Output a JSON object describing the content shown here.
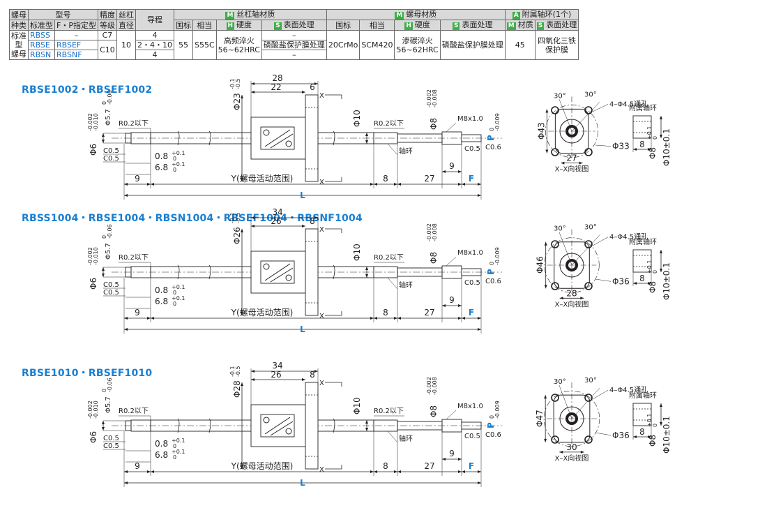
{
  "table": {
    "h_luomu": "螺母",
    "h_zhonglei": "种类",
    "h_xinghao": "型号",
    "h_biaozhun": "标准型",
    "h_fp": "F・P指定型",
    "h_jingdu": "精度",
    "h_dengji": "等级",
    "h_sigang": "丝杠",
    "h_zhijing": "直径",
    "h_daocheng": "导程",
    "h_screw_mat": "丝杠轴材质",
    "h_nut_mat": "螺母材质",
    "h_ring": "附属轴环(1个)",
    "h_guobiao": "国标",
    "h_xiangdang": "相当",
    "h_yingdu": "硬度",
    "h_biaomian": "表面处理",
    "h_cai": "材质",
    "tag_M": "M",
    "tag_H": "H",
    "tag_S": "S",
    "tag_A": "A",
    "row_kind_1": "标准",
    "row_kind_2": "型",
    "row_kind_3": "螺母",
    "std1": "RBSS",
    "fp1": "–",
    "std2": "RBSE",
    "fp2": "RBSEF",
    "std3": "RBSN",
    "fp3": "RBSNF",
    "acc1": "C7",
    "acc2": "C10",
    "dia": "10",
    "lead1": "4",
    "lead2": "2・4・10",
    "lead3": "4",
    "s_gb": "55",
    "s_eq": "S55C",
    "s_hard_1": "高频淬火",
    "s_hard_2": "56~62HRC",
    "s_surf_dash": "–",
    "s_surf": "磷酸盐保护膜处理",
    "n_gb": "20CrMo",
    "n_eq": "SCM420",
    "n_hard_1": "渗碳淬火",
    "n_hard_2": "56~62HRC",
    "n_surf": "磷酸盐保护膜处理",
    "r_mat": "45",
    "r_surf_1": "四氧化三铁",
    "r_surf_2": "保护膜"
  },
  "drawings": [
    {
      "title": "RBSE1002・RBSEF1002",
      "flange_od": "Φ23",
      "od_tol_top": "-0.1",
      "od_tol_bot": "-0.5",
      "len_total": "28",
      "len_body": "22",
      "len_flange": "6",
      "bolt_pcd_dia": "Φ33",
      "flange_width": "43",
      "flange_w_label": "Φ43",
      "flange_bottom": "27"
    },
    {
      "title": "RBSS1004・RBSE1004・RBSN1004・RBSEF1004・RBSNF1004",
      "flange_od": "Φ26",
      "od_tol_top": "-0.1",
      "od_tol_bot": "-0.5",
      "len_total": "34",
      "len_body": "26",
      "len_flange": "8",
      "bolt_pcd_dia": "Φ36",
      "flange_width": "46",
      "flange_w_label": "Φ46",
      "flange_bottom": "28"
    },
    {
      "title": "RBSE1010・RBSEF1010",
      "flange_od": "Φ28",
      "od_tol_top": "-0.1",
      "od_tol_bot": "-0.5",
      "len_total": "34",
      "len_body": "26",
      "len_flange": "8",
      "bolt_pcd_dia": "Φ36",
      "flange_width": "47",
      "flange_w_label": "Φ47",
      "flange_bottom": "30"
    }
  ],
  "common": {
    "shaft_dia": "Φ10",
    "left_dia": "Φ6",
    "left_tol_top": "-0.002",
    "left_tol_bot": "-0.010",
    "left_step": "Φ5.7",
    "left_step_tol_top": "0",
    "left_step_tol_bot": "-0.06",
    "r02": "R0.2以下",
    "c05": "C0.5",
    "groove_w": "0.8",
    "groove_tol_top": "+0.1",
    "groove_tol_bot": "0",
    "left_len": "6.8",
    "left_len_tol_top": "+0.1",
    "left_len_tol_bot": "0",
    "left_end_len": "9",
    "stroke": "Y(螺母活动范围)",
    "total": "L",
    "right_dia": "Φ8",
    "right_tol_top": "-0.002",
    "right_tol_bot": "-0.008",
    "thread": "M8x1.0",
    "p_tol_top": "0",
    "p_tol_bot": "-0.009",
    "p_label": "P",
    "len8": "8",
    "len27": "27",
    "len9": "9",
    "f_label": "F",
    "c06": "C0.6",
    "collar": "轴环",
    "x_label": "X",
    "angle": "30°",
    "holes": "4–Φ4.5通孔",
    "ring_label": "附属轴环",
    "ring_dia": "Φ8",
    "ring_dia_tol_top": "+0.1",
    "ring_dia_tol_bot": "0",
    "ring_od": "Φ10±0.1",
    "ring_len": "8",
    "view_label": "X–X向视图"
  }
}
